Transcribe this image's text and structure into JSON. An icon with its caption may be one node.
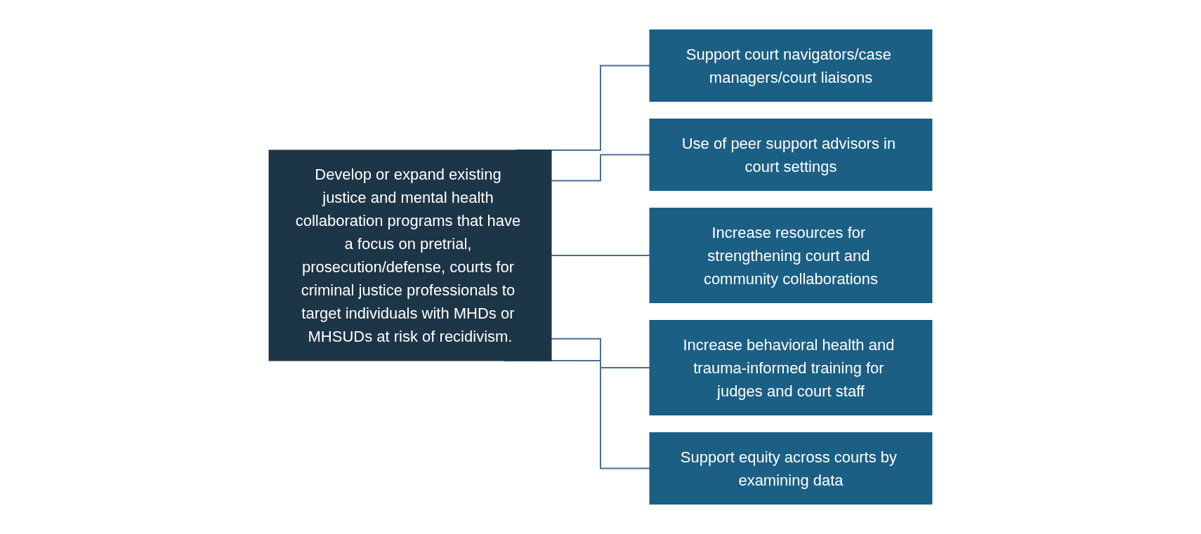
{
  "diagram": {
    "nodes": [
      {
        "text": [
          "Develop or expand existing justice and mental health collaboration programs that have a focus on pretrial, prosecution/defense, courts for criminal justice professionals to target individuals with MHDs or MHSUDs at risk of recidivism."
        ]
      },
      {
        "text": [
          "Support court navigators/case managers/court liaisons"
        ]
      },
      {
        "text": [
          "Use of peer support advisors in court settings"
        ]
      },
      {
        "text": [
          "Increase resources for strengthening court and community collaborations"
        ]
      },
      {
        "text": [
          "Increase behavioral health and trauma-informed training for judges and court staff"
        ]
      },
      {
        "text": [
          "Support equity across courts by examining data"
        ]
      }
    ],
    "edges": [
      {
        "from": 0,
        "to": 1,
        "arrow": "none"
      },
      {
        "from": 0,
        "to": 2,
        "arrow": "none"
      },
      {
        "from": 0,
        "to": 3,
        "arrow": "none"
      },
      {
        "from": 0,
        "to": 4,
        "arrow": "none"
      },
      {
        "from": 0,
        "to": 5,
        "arrow": "none"
      }
    ]
  }
}
